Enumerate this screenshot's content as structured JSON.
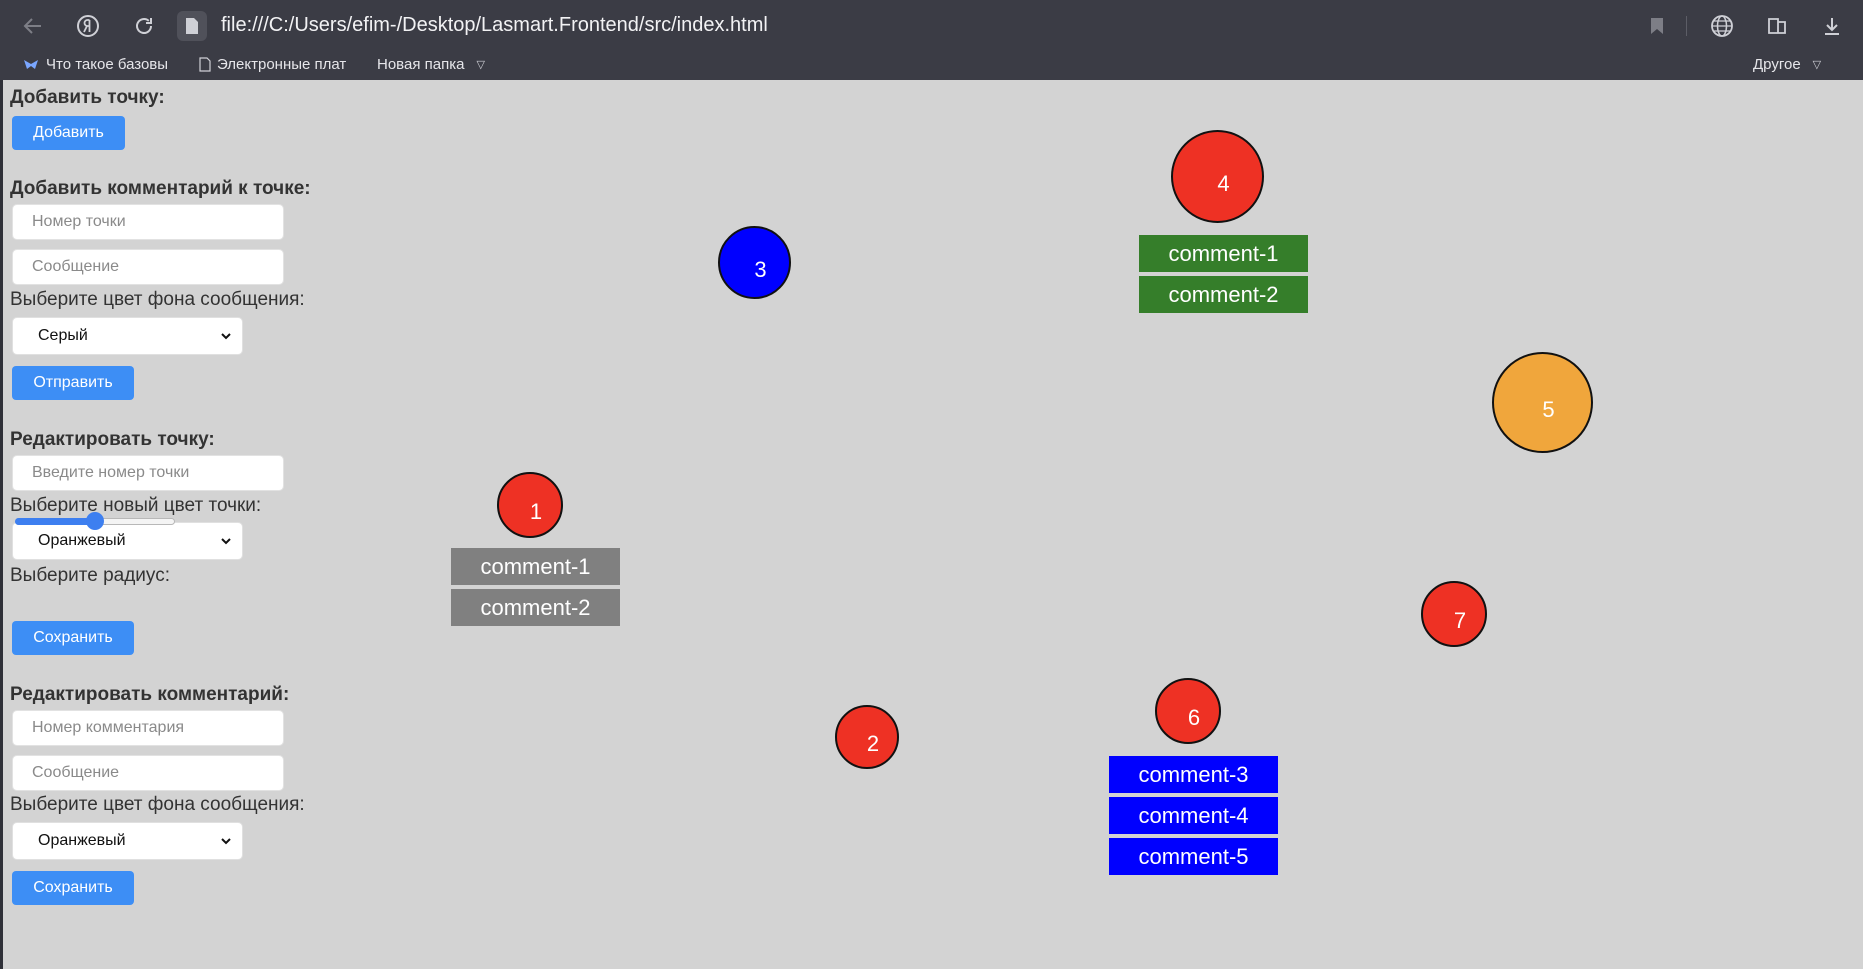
{
  "browser": {
    "url": "file:///C:/Users/efim-/Desktop/Lasmart.Frontend/src/index.html",
    "bookmarks": [
      "Что такое базовы",
      "Электронные плат",
      "Новая папка"
    ],
    "bookmarks_other": "Другое"
  },
  "form": {
    "add_point": {
      "heading": "Добавить точку:",
      "button": "Добавить"
    },
    "add_comment": {
      "heading": "Добавить комментарий к точке:",
      "point_placeholder": "Номер точки",
      "message_placeholder": "Сообщение",
      "color_label": "Выберите цвет фона сообщения:",
      "color_value": "Серый",
      "button": "Отправить"
    },
    "edit_point": {
      "heading": "Редактировать точку:",
      "point_placeholder": "Введите номер точки",
      "color_label": "Выберите новый цвет точки:",
      "color_value": "Оранжевый",
      "radius_label": "Выберите радиус:",
      "radius_fraction": 0.5,
      "button": "Сохранить"
    },
    "edit_comment": {
      "heading": "Редактировать комментарий:",
      "comment_placeholder": "Номер комментария",
      "message_placeholder": "Сообщение",
      "color_label": "Выберите цвет фона сообщения:",
      "color_value": "Оранжевый",
      "button": "Сохранить"
    }
  },
  "colors": {
    "red": "#ee3124",
    "blue": "#0000ff",
    "orange": "#f0a63c",
    "green": "#357e2a",
    "gray": "#808080",
    "accent": "#3d8ef5"
  },
  "points": [
    {
      "label": "1",
      "color": "#ee3124",
      "comments": [
        {
          "text": "comment-1",
          "bg": "#808080"
        },
        {
          "text": "comment-2",
          "bg": "#808080"
        }
      ]
    },
    {
      "label": "2",
      "color": "#ee3124",
      "comments": []
    },
    {
      "label": "3",
      "color": "#0000ff",
      "comments": []
    },
    {
      "label": "4",
      "color": "#ee3124",
      "comments": [
        {
          "text": "comment-1",
          "bg": "#357e2a"
        },
        {
          "text": "comment-2",
          "bg": "#357e2a"
        }
      ]
    },
    {
      "label": "5",
      "color": "#f0a63c",
      "comments": []
    },
    {
      "label": "6",
      "color": "#ee3124",
      "comments": [
        {
          "text": "comment-3",
          "bg": "#0000ff"
        },
        {
          "text": "comment-4",
          "bg": "#0000ff"
        },
        {
          "text": "comment-5",
          "bg": "#0000ff"
        }
      ]
    },
    {
      "label": "7",
      "color": "#ee3124",
      "comments": []
    }
  ]
}
